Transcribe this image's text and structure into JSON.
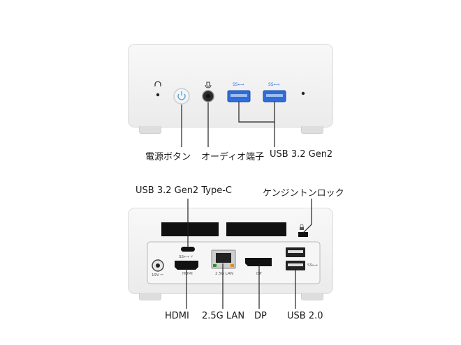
{
  "front_labels": {
    "power_button": "電源ボタン",
    "audio_jack": "オーディオ端子",
    "usb_32": "USB 3.2 Gen2"
  },
  "rear_labels": {
    "usb_type_c": "USB 3.2 Gen2 Type-C",
    "kensington_lock": "ケンジントンロック",
    "hdmi": "HDMI",
    "lan": "2.5G LAN",
    "displayport": "DP",
    "usb_20": "USB 2.0"
  },
  "panel_text": {
    "dc_in": "19V ⎓",
    "hdmi_small": "HDMI",
    "lan_small": "2.5G LAN",
    "dp_small": "DP",
    "ss_small": "SS⟷"
  },
  "colors": {
    "usb3_blue": "#2f6bd9",
    "led_green": "#2f8f2f",
    "led_orange": "#e58a1a",
    "line": "#222222"
  }
}
